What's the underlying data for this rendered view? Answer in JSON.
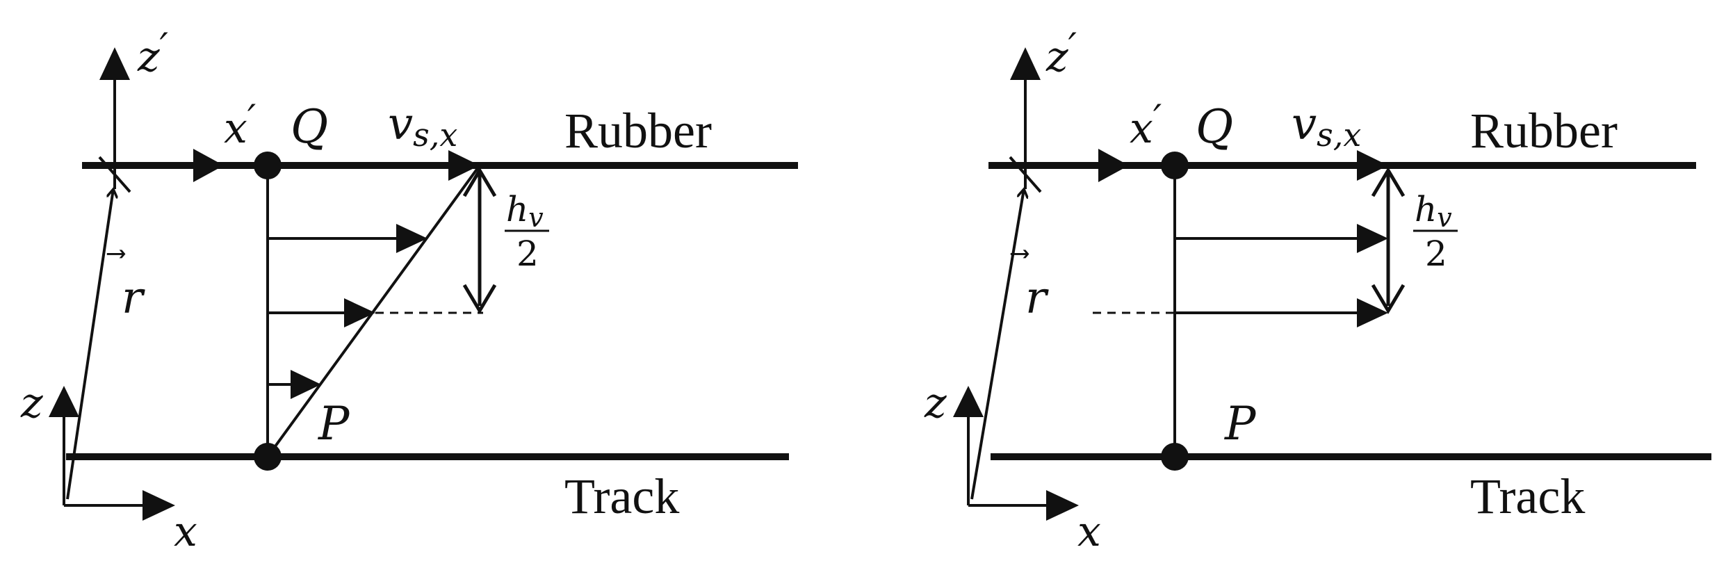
{
  "panels": [
    {
      "id": "left",
      "labels": {
        "rubber": "Rubber",
        "track": "Track",
        "point_top": "Q",
        "point_bottom": "P",
        "velocity_v": "v",
        "velocity_sub": "s,x",
        "axis_x_prime": "x",
        "prime": "′",
        "axis_z_prime": "z",
        "axis_x": "x",
        "axis_z": "z",
        "position_vector": "r",
        "vector_mark": "⃗",
        "half_height_num_h": "h",
        "half_height_num_sub": "v",
        "half_height_den": "2"
      },
      "profile": "linear"
    },
    {
      "id": "right",
      "labels": {
        "rubber": "Rubber",
        "track": "Track",
        "point_top": "Q",
        "point_bottom": "P",
        "velocity_v": "v",
        "velocity_sub": "s,x",
        "axis_x_prime": "x",
        "prime": "′",
        "axis_z_prime": "z",
        "axis_x": "x",
        "axis_z": "z",
        "position_vector": "r",
        "vector_mark": "⃗",
        "half_height_num_h": "h",
        "half_height_num_sub": "v",
        "half_height_den": "2"
      },
      "profile": "uniform"
    }
  ],
  "colors": {
    "ink": "#111111",
    "background": "#ffffff"
  }
}
